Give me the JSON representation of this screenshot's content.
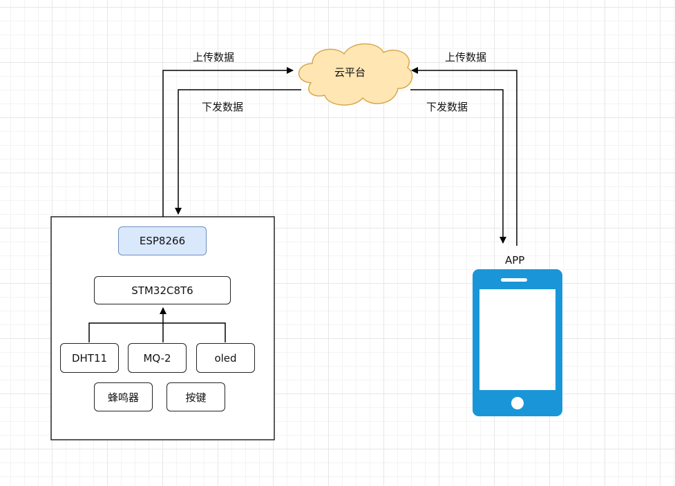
{
  "cloud": {
    "label": "云平台",
    "fill": "#ffe6b3",
    "stroke": "#d6a84e"
  },
  "edges": {
    "device_upload": "上传数据",
    "device_download": "下发数据",
    "app_upload": "上传数据",
    "app_download": "下发数据"
  },
  "device": {
    "wifi_module": "ESP8266",
    "mcu": "STM32C8T6",
    "peripherals": [
      "DHT11",
      "MQ-2",
      "oled",
      "蜂鸣器",
      "按键"
    ]
  },
  "app": {
    "label": "APP",
    "icon": "smartphone-icon",
    "color": "#1a96d8"
  },
  "colors": {
    "esp_fill": "#dae8fc",
    "esp_stroke": "#6c8ebf"
  }
}
